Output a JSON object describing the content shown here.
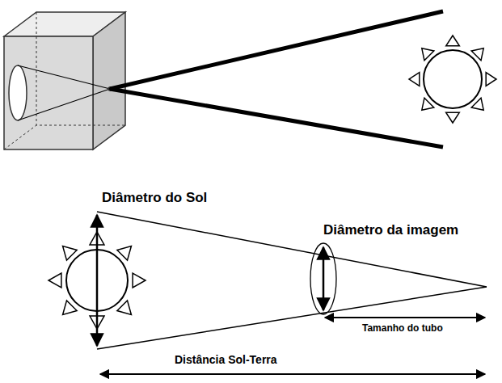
{
  "diagram": {
    "labels": [
      "Diâmetro do Sol",
      "Diâmetro da imagem",
      "Tamanho do tubo",
      "Distância Sol-Terra"
    ]
  }
}
